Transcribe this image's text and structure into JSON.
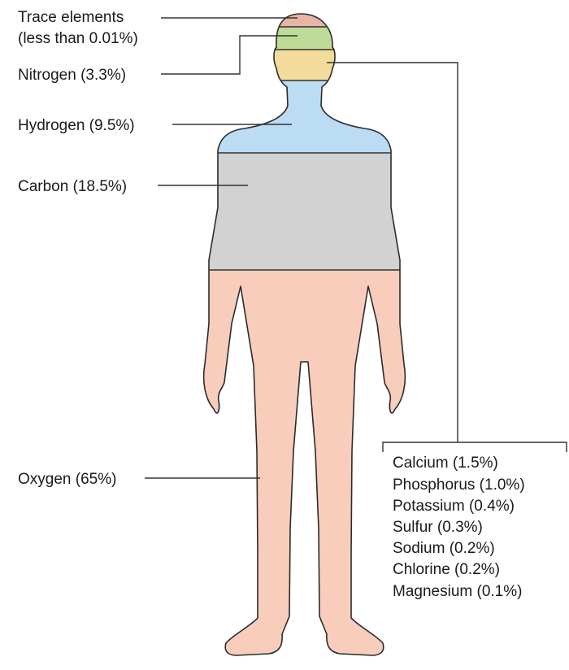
{
  "colors": {
    "trace": "#e8b4a6",
    "nitrogen": "#bedb98",
    "hydrogen_head": "#f3dc9b",
    "hydrogen": "#bcdcf3",
    "carbon": "#d2d2d2",
    "oxygen": "#f9cdbc",
    "outline": "#2b2b2b"
  },
  "labels": {
    "trace_line1": "Trace elements",
    "trace_line2": "(less than 0.01%)",
    "nitrogen": "Nitrogen (3.3%)",
    "hydrogen": "Hydrogen (9.5%)",
    "carbon": "Carbon (18.5%)",
    "oxygen": "Oxygen (65%)"
  },
  "minor_elements": [
    "Calcium (1.5%)",
    "Phosphorus (1.0%)",
    "Potassium (0.4%)",
    "Sulfur (0.3%)",
    "Sodium (0.2%)",
    "Chlorine (0.2%)",
    "Magnesium (0.1%)"
  ]
}
